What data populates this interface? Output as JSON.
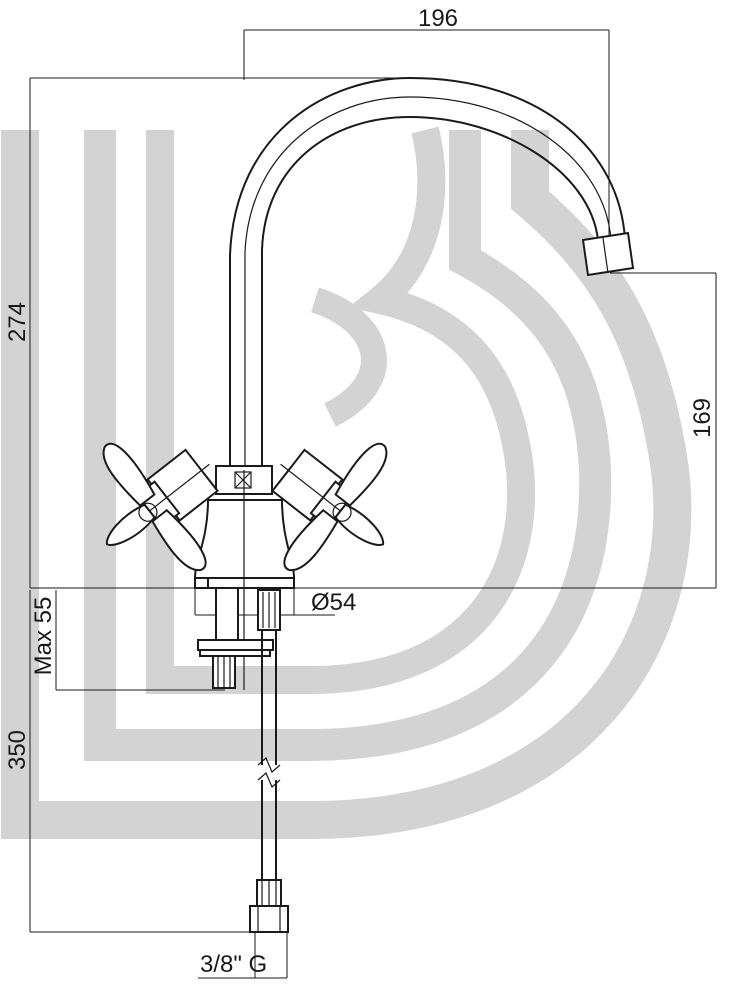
{
  "dimensions": {
    "spout_reach": "196",
    "total_height": "274",
    "spout_height": "169",
    "base_diameter": "Ø54",
    "max_deck_thickness": "Max 55",
    "hose_length": "350",
    "connection_thread": "3/8\" G"
  },
  "colors": {
    "line": "#1a1a1a",
    "logo_watermark": "#d3d3d3",
    "background": "#ffffff"
  }
}
